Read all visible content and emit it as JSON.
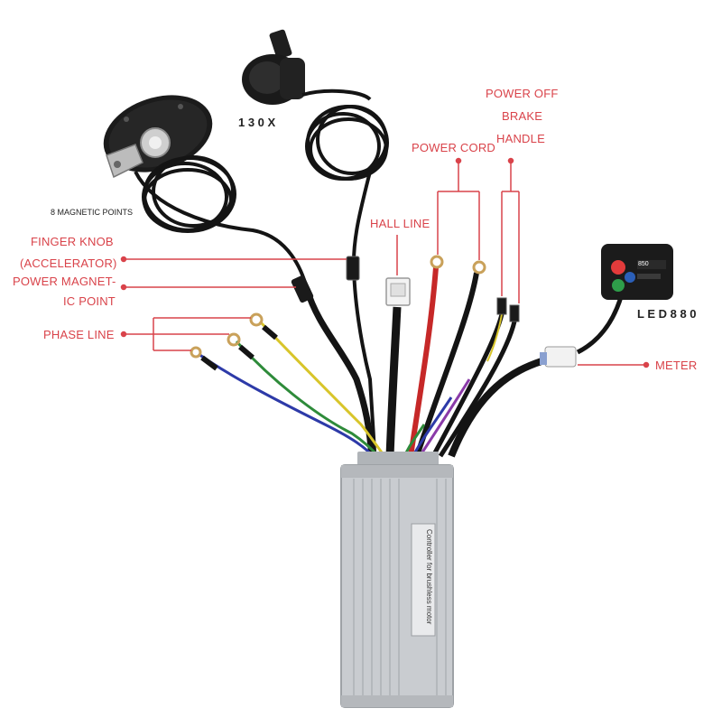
{
  "colors": {
    "accent": "#d9434a",
    "cable": "#141414",
    "controller_body": "#c9ccd0",
    "phase_blue": "#2d3aa8",
    "phase_green": "#2e8b3a",
    "phase_yellow": "#d8c52a",
    "hall_red": "#c62828"
  },
  "labels": {
    "throttle_model": "1 3 0 X",
    "pas_sensor": "8 MAGNETIC POINTS",
    "display_model": "L E D 8 8 0",
    "finger_knob_line1": "FINGER KNOB",
    "finger_knob_line2": "(ACCELERATOR)",
    "power_magnet_line1": "POWER MAGNET-",
    "power_magnet_line2": "IC POINT",
    "phase_line": "PHASE LINE",
    "hall_line": "HALL LINE",
    "power_cord": "POWER CORD",
    "brake_line1": "POWER OFF",
    "brake_line2": "BRAKE",
    "brake_line3": "HANDLE",
    "meter": "METER"
  },
  "controller": {
    "label_title": "Controller for brushless motor"
  },
  "display": {
    "brand": "850",
    "icon": "bicycle-icon"
  },
  "icons": [
    "power-icon",
    "bicycle-icon",
    "mode-icon"
  ]
}
